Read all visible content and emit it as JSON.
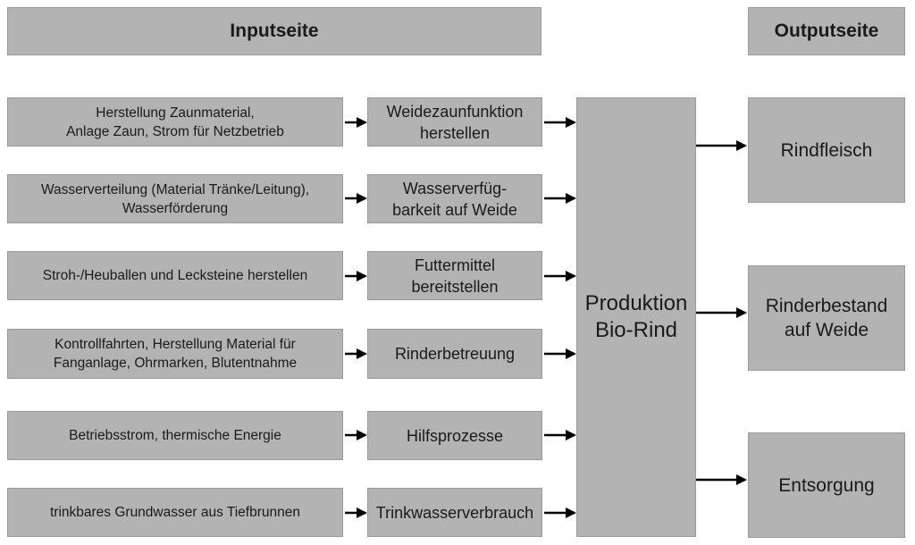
{
  "headers": {
    "input": "Inputseite",
    "output": "Outputseite"
  },
  "rows": [
    {
      "input": "Herstellung Zaunmaterial,\nAnlage Zaun, Strom für Netzbetrieb",
      "function": "Weidezaunfunktion\nherstellen"
    },
    {
      "input": "Wasserverteilung (Material Tränke/Leitung),\nWasserförderung",
      "function": "Wasserverfüg-\nbarkeit auf Weide"
    },
    {
      "input": "Stroh-/Heuballen und Lecksteine herstellen",
      "function": "Futtermittel\nbereitstellen"
    },
    {
      "input": "Kontrollfahrten, Herstellung Material für\nFanganlage, Ohrmarken, Blutentnahme",
      "function": "Rinderbetreuung"
    },
    {
      "input": "Betriebsstrom, thermische Energie",
      "function": "Hilfsprozesse"
    },
    {
      "input": "trinkbares Grundwasser aus Tiefbrunnen",
      "function": "Trinkwasserverbrauch"
    }
  ],
  "center": {
    "label": "Produktion\nBio-Rind"
  },
  "outputs": [
    {
      "label": "Rindfleisch"
    },
    {
      "label": "Rinderbestand\nauf Weide"
    },
    {
      "label": "Entsorgung"
    }
  ],
  "colors": {
    "box_fill": "#b3b3b3",
    "box_border": "#9a9a9a",
    "arrow": "#000000"
  }
}
